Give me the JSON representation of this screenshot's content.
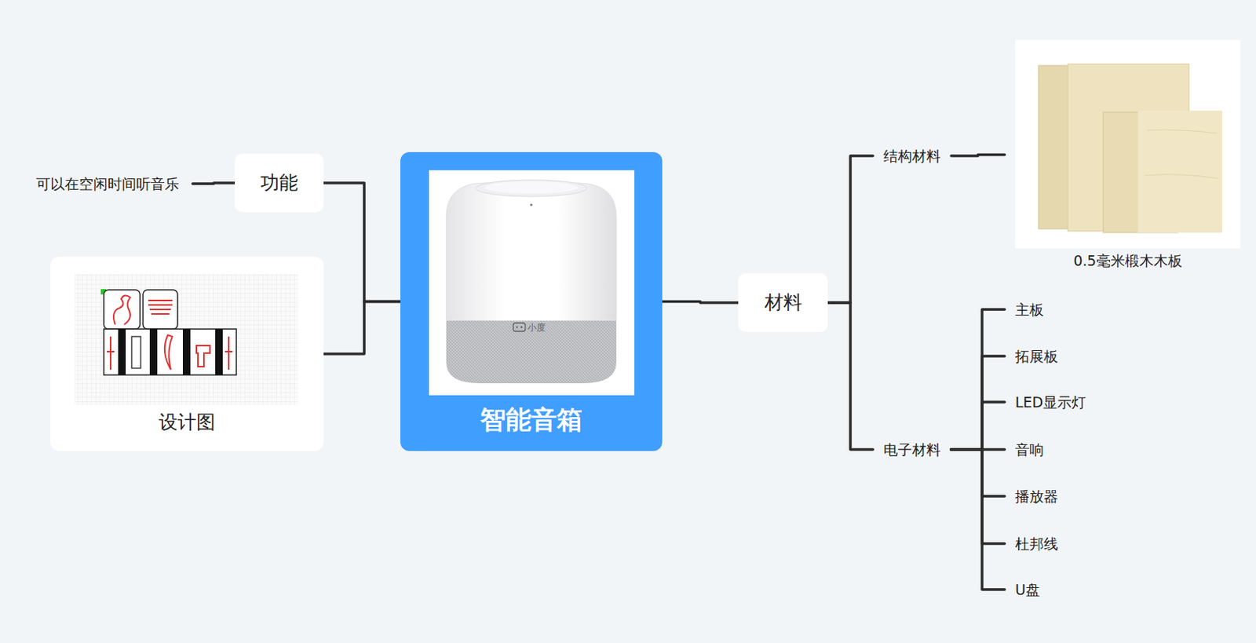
{
  "diagram": {
    "nodes": [
      {
        "text": [
          "智能音箱"
        ]
      },
      {
        "text": [
          "功能"
        ]
      },
      {
        "text": [
          "可以在空闲时间听音乐"
        ]
      },
      {
        "text": [
          "设计图"
        ]
      },
      {
        "text": [
          "材料"
        ]
      },
      {
        "text": [
          "结构材料"
        ]
      },
      {
        "text": [
          "0.5毫米椴木木板"
        ]
      },
      {
        "text": [
          "电子材料"
        ]
      },
      {
        "text": [
          "主板"
        ]
      },
      {
        "text": [
          "拓展板"
        ]
      },
      {
        "text": [
          "LED显示灯"
        ]
      },
      {
        "text": [
          "音响"
        ]
      },
      {
        "text": [
          "播放器"
        ]
      },
      {
        "text": [
          "杜邦线"
        ]
      },
      {
        "text": [
          "U盘"
        ]
      }
    ],
    "edges": [
      {
        "from": 0,
        "to": 1,
        "arrow": "none"
      },
      {
        "from": 0,
        "to": 3,
        "arrow": "none"
      },
      {
        "from": 1,
        "to": 2,
        "arrow": "none"
      },
      {
        "from": 0,
        "to": 4,
        "arrow": "none"
      },
      {
        "from": 4,
        "to": 5,
        "arrow": "none"
      },
      {
        "from": 4,
        "to": 7,
        "arrow": "none"
      },
      {
        "from": 5,
        "to": 6,
        "arrow": "none"
      },
      {
        "from": 7,
        "to": 8,
        "arrow": "none"
      },
      {
        "from": 7,
        "to": 9,
        "arrow": "none"
      },
      {
        "from": 7,
        "to": 10,
        "arrow": "none"
      },
      {
        "from": 7,
        "to": 11,
        "arrow": "none"
      },
      {
        "from": 7,
        "to": 12,
        "arrow": "none"
      },
      {
        "from": 7,
        "to": 13,
        "arrow": "none"
      },
      {
        "from": 7,
        "to": 14,
        "arrow": "none"
      }
    ],
    "labels": [
      "小度"
    ]
  }
}
